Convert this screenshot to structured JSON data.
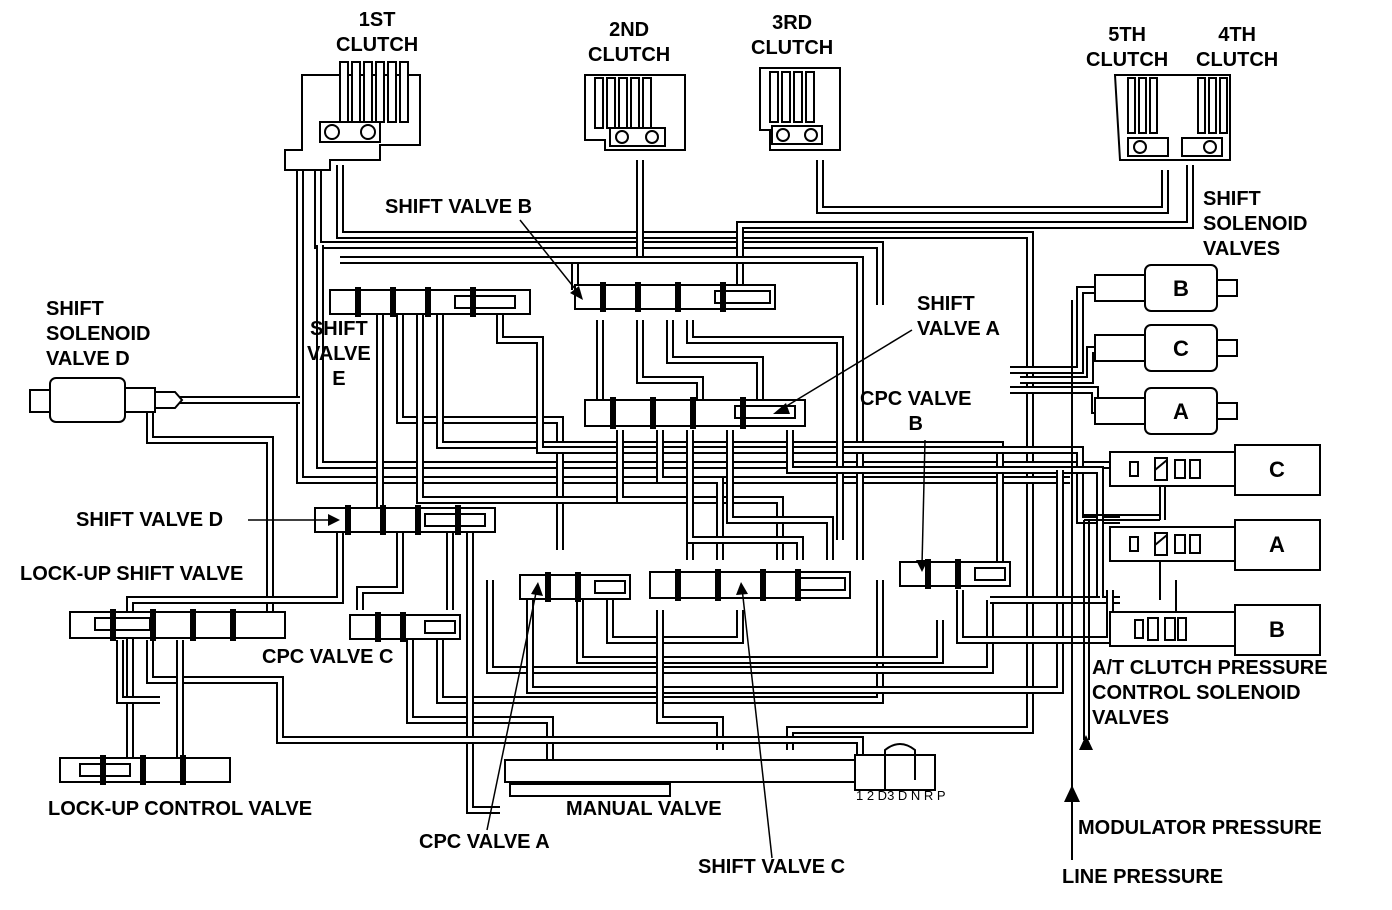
{
  "labels": {
    "clutch1": [
      "1ST",
      "CLUTCH"
    ],
    "clutch2": [
      "2ND",
      "CLUTCH"
    ],
    "clutch3": [
      "3RD",
      "CLUTCH"
    ],
    "clutch5": [
      "5TH",
      "CLUTCH"
    ],
    "clutch4": [
      "4TH",
      "CLUTCH"
    ],
    "shift_valve_b": "SHIFT VALVE B",
    "shift_solenoid_valves": [
      "SHIFT",
      "SOLENOID",
      "VALVES"
    ],
    "shift_solenoid_valve_d": [
      "SHIFT",
      "SOLENOID",
      "VALVE D"
    ],
    "shift_valve_e": [
      "SHIFT",
      "VALVE",
      "E"
    ],
    "shift_valve_a": [
      "SHIFT",
      "VALVE A"
    ],
    "cpc_valve_b": [
      "CPC VALVE",
      "B"
    ],
    "shift_valve_d": "SHIFT VALVE D",
    "lockup_shift_valve": "LOCK-UP SHIFT VALVE",
    "cpc_valve_c": "CPC VALVE C",
    "at_clutch_pressure": [
      "A/T CLUTCH PRESSURE",
      "CONTROL SOLENOID",
      "VALVES"
    ],
    "lockup_control_valve": "LOCK-UP CONTROL VALVE",
    "manual_valve": "MANUAL VALVE",
    "cpc_valve_a": "CPC VALVE A",
    "shift_valve_c": "SHIFT VALVE C",
    "modulator_pressure": "MODULATOR PRESSURE",
    "line_pressure": "LINE PRESSURE"
  },
  "shift_solenoids": [
    "B",
    "C",
    "A"
  ],
  "at_solenoids": [
    "C",
    "A",
    "B"
  ],
  "manual_positions": "1 2 D3 D N R P"
}
